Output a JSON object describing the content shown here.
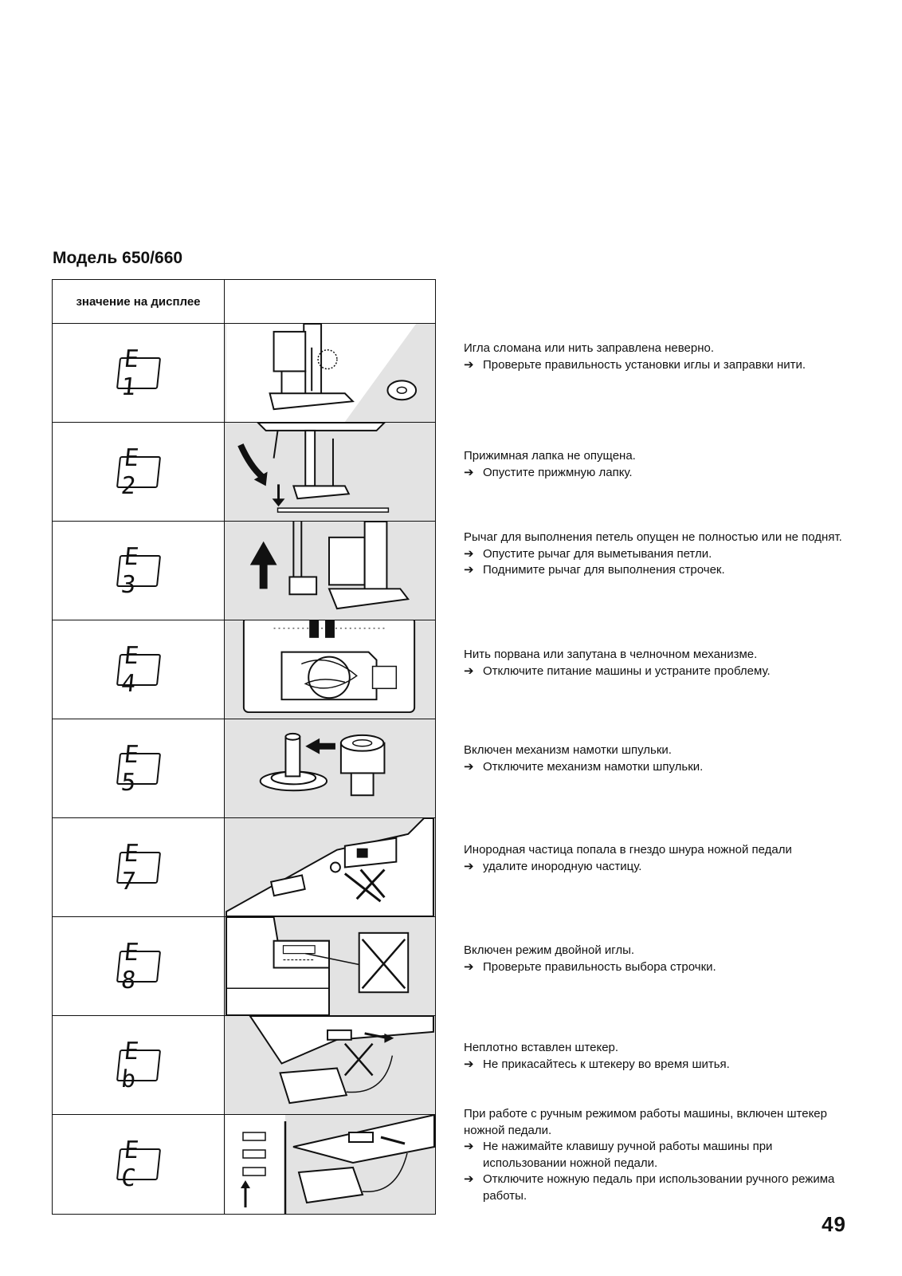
{
  "page": {
    "title": "Модель 650/660",
    "page_number": "49"
  },
  "table": {
    "header_display": "значение на дисплее",
    "header_image": ""
  },
  "rows": [
    {
      "code": "E 1",
      "lines": [
        {
          "arrow": false,
          "text": "Игла сломана или нить заправлена неверно."
        },
        {
          "arrow": true,
          "text": "Проверьте правильность установки иглы и заправки нити."
        }
      ]
    },
    {
      "code": "E 2",
      "lines": [
        {
          "arrow": false,
          "text": "Прижимная лапка не опущена."
        },
        {
          "arrow": true,
          "text": "Опустите прижмную лапку."
        }
      ]
    },
    {
      "code": "E 3",
      "lines": [
        {
          "arrow": false,
          "text": "Рычаг для выполнения петель опущен не полностью или не поднят."
        },
        {
          "arrow": true,
          "text": "Опустите рычаг для выметывания петли."
        },
        {
          "arrow": true,
          "text": "Поднимите рычаг для выполнения строчек."
        }
      ]
    },
    {
      "code": "E 4",
      "lines": [
        {
          "arrow": false,
          "text": "Нить порвана или запутана в челночном механизме."
        },
        {
          "arrow": true,
          "text": "Отключите питание машины и устраните проблему."
        }
      ]
    },
    {
      "code": "E 5",
      "lines": [
        {
          "arrow": false,
          "text": "Включен механизм намотки шпульки."
        },
        {
          "arrow": true,
          "text": "Отключите механизм намотки шпульки."
        }
      ]
    },
    {
      "code": "E 7",
      "lines": [
        {
          "arrow": false,
          "text": "Инородная частица попала в гнездо шнура ножной педали"
        },
        {
          "arrow": true,
          "text": "удалите инородную частицу."
        }
      ]
    },
    {
      "code": "E 8",
      "lines": [
        {
          "arrow": false,
          "text": "Включен режим двойной иглы."
        },
        {
          "arrow": true,
          "text": "Проверьте правильность выбора строчки."
        }
      ]
    },
    {
      "code": "E b",
      "lines": [
        {
          "arrow": false,
          "text": "Неплотно вставлен штекер."
        },
        {
          "arrow": true,
          "text": "Не прикасайтесь к штекеру во время шитья."
        }
      ]
    },
    {
      "code": "E C",
      "lines": [
        {
          "arrow": false,
          "text": "При работе с ручным режимом работы машины, включен штекер ножной педали."
        },
        {
          "arrow": true,
          "text": "Не нажимайте клавишу ручной работы машины при использовании ножной педали."
        },
        {
          "arrow": true,
          "text": "Отключите ножную педаль при использовании ручного режима работы."
        }
      ]
    }
  ],
  "icons": {
    "arrow": "right-arrow-icon",
    "arrow_glyph": "➔"
  }
}
